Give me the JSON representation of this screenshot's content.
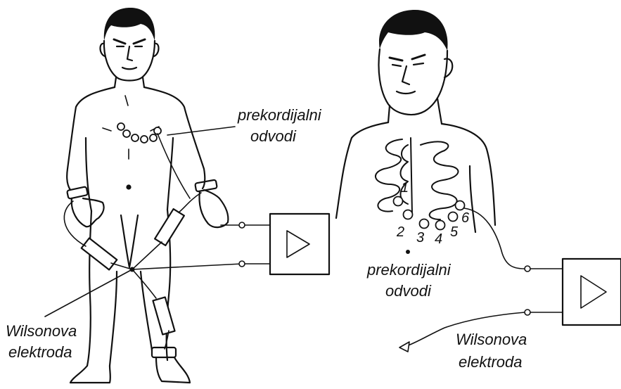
{
  "left_figure": {
    "precordial_label_line1": "prekordijalni",
    "precordial_label_line2": "odvodi",
    "wilson_label_line1": "Wilsonova",
    "wilson_label_line2": "elektroda"
  },
  "right_figure": {
    "precordial_label_line1": "prekordijalni",
    "precordial_label_line2": "odvodi",
    "wilson_label_line1": "Wilsonova",
    "wilson_label_line2": "elektroda",
    "electrode_numbers": [
      "1",
      "2",
      "3",
      "4",
      "5",
      "6"
    ]
  },
  "colors": {
    "ink": "#111111",
    "background": "#ffffff"
  }
}
